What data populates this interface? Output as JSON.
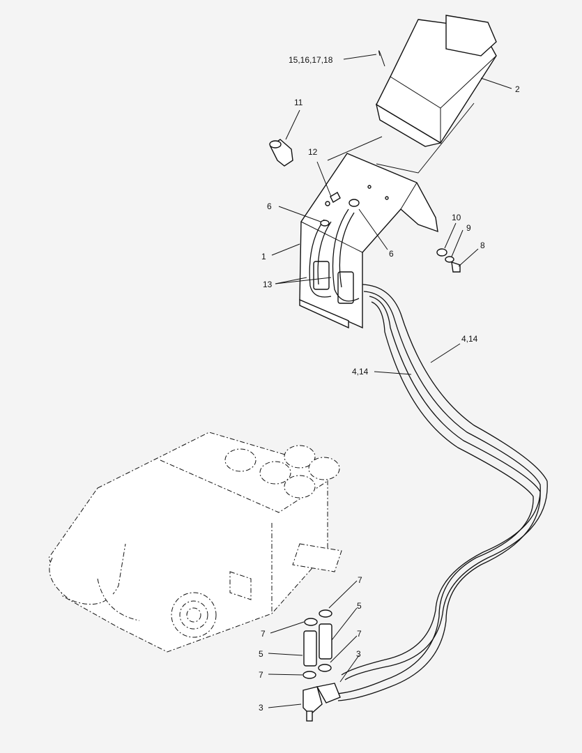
{
  "callouts": {
    "c_15_18": "15,16,17,18",
    "c_2": "2",
    "c_11": "11",
    "c_12": "12",
    "c_6a": "6",
    "c_6b": "6",
    "c_1": "1",
    "c_10": "10",
    "c_9": "9",
    "c_8": "8",
    "c_13": "13",
    "c_4_14a": "4,14",
    "c_4_14b": "4,14",
    "c_7a": "7",
    "c_7b": "7",
    "c_7c": "7",
    "c_7d": "7",
    "c_5a": "5",
    "c_5b": "5",
    "c_3a": "3",
    "c_3b": "3"
  }
}
